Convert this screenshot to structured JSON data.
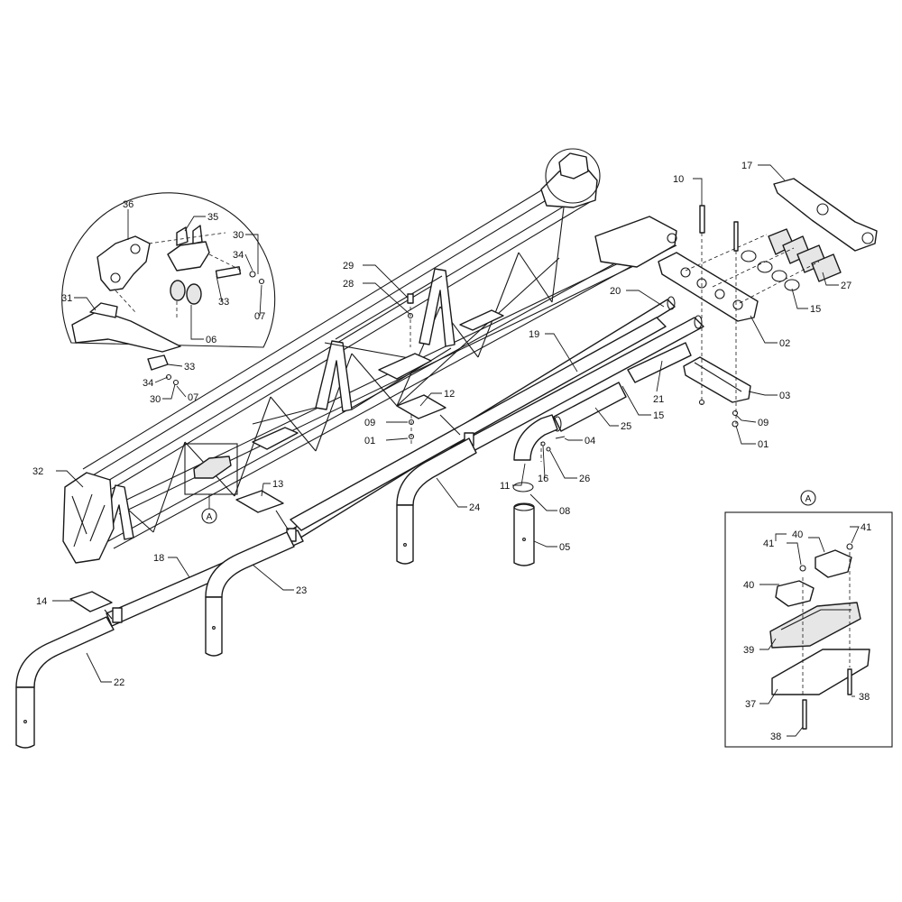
{
  "callouts": [
    {
      "id": "c36",
      "text": "36"
    },
    {
      "id": "c35",
      "text": "35"
    },
    {
      "id": "c30a",
      "text": "30"
    },
    {
      "id": "c34a",
      "text": "34"
    },
    {
      "id": "c31",
      "text": "31"
    },
    {
      "id": "c33a",
      "text": "33"
    },
    {
      "id": "c07a",
      "text": "07"
    },
    {
      "id": "c06",
      "text": "06"
    },
    {
      "id": "c33b",
      "text": "33"
    },
    {
      "id": "c34b",
      "text": "34"
    },
    {
      "id": "c30b",
      "text": "30"
    },
    {
      "id": "c07b",
      "text": "07"
    },
    {
      "id": "c29",
      "text": "29"
    },
    {
      "id": "c28",
      "text": "28"
    },
    {
      "id": "c10",
      "text": "10"
    },
    {
      "id": "c17",
      "text": "17"
    },
    {
      "id": "c20",
      "text": "20"
    },
    {
      "id": "c19",
      "text": "19"
    },
    {
      "id": "c27",
      "text": "27"
    },
    {
      "id": "c15a",
      "text": "15"
    },
    {
      "id": "c02",
      "text": "02"
    },
    {
      "id": "c21",
      "text": "21"
    },
    {
      "id": "c03",
      "text": "03"
    },
    {
      "id": "c12",
      "text": "12"
    },
    {
      "id": "c09a",
      "text": "09"
    },
    {
      "id": "c01a",
      "text": "01"
    },
    {
      "id": "c15b",
      "text": "15"
    },
    {
      "id": "c25",
      "text": "25"
    },
    {
      "id": "c09b",
      "text": "09"
    },
    {
      "id": "c04",
      "text": "04"
    },
    {
      "id": "c01b",
      "text": "01"
    },
    {
      "id": "c32",
      "text": "32"
    },
    {
      "id": "c11",
      "text": "11"
    },
    {
      "id": "c16",
      "text": "16"
    },
    {
      "id": "c26",
      "text": "26"
    },
    {
      "id": "c13",
      "text": "13"
    },
    {
      "id": "c24",
      "text": "24"
    },
    {
      "id": "c08",
      "text": "08"
    },
    {
      "id": "c05",
      "text": "05"
    },
    {
      "id": "c18",
      "text": "18"
    },
    {
      "id": "c23",
      "text": "23"
    },
    {
      "id": "c14",
      "text": "14"
    },
    {
      "id": "c22",
      "text": "22"
    },
    {
      "id": "c41a",
      "text": "41"
    },
    {
      "id": "c40a",
      "text": "40"
    },
    {
      "id": "c41b",
      "text": "41"
    },
    {
      "id": "c40b",
      "text": "40"
    },
    {
      "id": "c39",
      "text": "39"
    },
    {
      "id": "c37",
      "text": "37"
    },
    {
      "id": "c38a",
      "text": "38"
    },
    {
      "id": "c38b",
      "text": "38"
    }
  ],
  "detail_markers": [
    {
      "id": "markA_frame",
      "text": "A"
    },
    {
      "id": "markA_box",
      "text": "A"
    }
  ]
}
